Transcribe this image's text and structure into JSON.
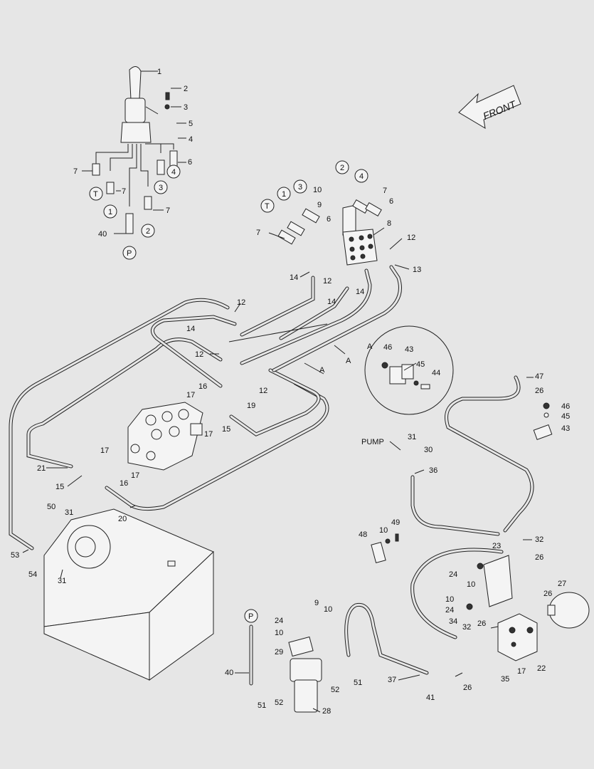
{
  "diagram": {
    "front_label": "FRONT",
    "pump_label": "PUMP",
    "section_marker": "A",
    "circled_labels": {
      "T": "T",
      "P": "P",
      "one": "1",
      "two": "2",
      "three": "3",
      "four": "4"
    },
    "callouts": [
      "1",
      "2",
      "3",
      "4",
      "5",
      "6",
      "7",
      "8",
      "9",
      "10",
      "12",
      "13",
      "14",
      "15",
      "16",
      "17",
      "19",
      "20",
      "21",
      "22",
      "23",
      "24",
      "26",
      "27",
      "28",
      "29",
      "30",
      "31",
      "32",
      "34",
      "35",
      "36",
      "37",
      "40",
      "41",
      "43",
      "44",
      "45",
      "46",
      "47",
      "48",
      "49",
      "50",
      "51",
      "52",
      "53",
      "54"
    ]
  }
}
